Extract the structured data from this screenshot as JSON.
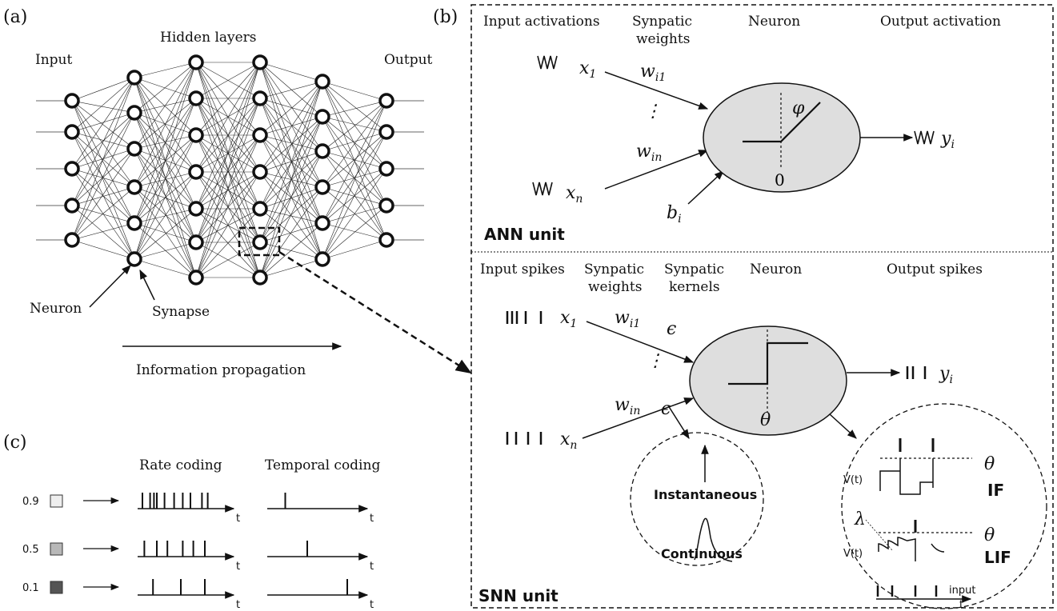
{
  "panel_a": {
    "tag": "(a)",
    "input_label": "Input",
    "hidden_label": "Hidden layers",
    "output_label": "Output",
    "neuron_label": "Neuron",
    "synapse_label": "Synapse",
    "propagation_label": "Information propagation"
  },
  "panel_b": {
    "tag": "(b)",
    "ann": {
      "title": "ANN unit",
      "col_input": "Input activations",
      "col_weights_1": "Synpatic",
      "col_weights_2": "weights",
      "col_neuron": "Neuron",
      "col_output": "Output activation",
      "x1": "x",
      "x1_sub": "1",
      "xn": "x",
      "xn_sub": "n",
      "w1": "w",
      "w1_sub": "i1",
      "wn": "w",
      "wn_sub": "in",
      "bias": "b",
      "bias_sub": "i",
      "phi": "φ",
      "zero": "0",
      "dots": "⋮",
      "y": "y",
      "y_sub": "i"
    },
    "snn": {
      "title": "SNN unit",
      "col_input": "Input spikes",
      "col_weights_1": "Synpatic",
      "col_weights_2": "weights",
      "col_kernels_1": "Synpatic",
      "col_kernels_2": "kernels",
      "col_neuron": "Neuron",
      "col_output": "Output spikes",
      "x1": "x",
      "x1_sub": "1",
      "xn": "x",
      "xn_sub": "n",
      "w1": "w",
      "w1_sub": "i1",
      "wn": "w",
      "wn_sub": "in",
      "eps": "ϵ",
      "theta": "θ",
      "dots": "⋮",
      "y": "y",
      "y_sub": "i",
      "kernel_instant": "Instantaneous",
      "kernel_cont": "Continuous",
      "vt": "V(t)",
      "if_label": "IF",
      "lif_label": "LIF",
      "lambda": "λ",
      "input_label": "input",
      "t_label": "t"
    }
  },
  "panel_c": {
    "tag": "(c)",
    "rate_label": "Rate coding",
    "temporal_label": "Temporal coding",
    "t_label": "t",
    "rows": [
      {
        "value": "0.9",
        "color": "#eeeeee",
        "rate_spikes": [
          0.05,
          0.13,
          0.17,
          0.2,
          0.28,
          0.38,
          0.47,
          0.55,
          0.67,
          0.73
        ],
        "temporal_spike": 0.18
      },
      {
        "value": "0.5",
        "color": "#b8b8b8",
        "rate_spikes": [
          0.07,
          0.2,
          0.31,
          0.47,
          0.58,
          0.7
        ],
        "temporal_spike": 0.4
      },
      {
        "value": "0.1",
        "color": "#555555",
        "rate_spikes": [
          0.16,
          0.45,
          0.7
        ],
        "temporal_spike": 0.8
      }
    ]
  }
}
